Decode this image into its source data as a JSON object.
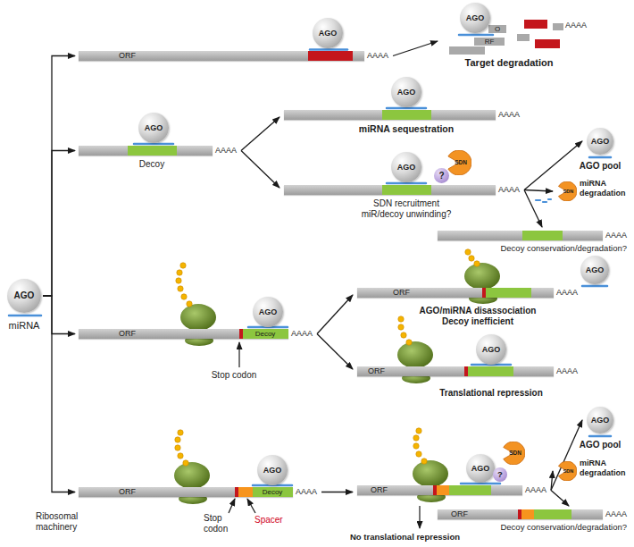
{
  "diagram": {
    "nodes": [
      {
        "text": [
          "AGO",
          "miRNA"
        ]
      },
      {
        "text": [
          "ORF",
          "AAAA"
        ]
      },
      {
        "text": [
          "AGO"
        ]
      },
      {
        "text": [
          "O",
          "RF",
          "AAAA",
          "Target degradation"
        ]
      },
      {
        "text": [
          "AGO"
        ]
      },
      {
        "text": [
          "AAAA",
          "Decoy"
        ]
      },
      {
        "text": [
          "AGO"
        ]
      },
      {
        "text": [
          "AAAA",
          "miRNA sequestration"
        ]
      },
      {
        "text": [
          "AGO"
        ]
      },
      {
        "text": [
          "AAAA",
          "SDN recruitment miR/decoy unwinding?"
        ]
      },
      {
        "text": [
          "AGO"
        ]
      },
      {
        "text": [
          "?"
        ]
      },
      {
        "text": [
          "SDN"
        ]
      },
      {
        "text": [
          "AGO",
          "AGO pool"
        ]
      },
      {
        "text": [
          "SDN",
          "miRNA degradation"
        ]
      },
      {
        "text": [
          "AAAA",
          "Decoy conservation/degradation?"
        ]
      },
      {
        "text": [
          "ORF",
          "Decoy",
          "AAAA"
        ]
      },
      {
        "text": [
          "AGO"
        ]
      },
      {
        "text": [
          "ORF",
          "AAAA",
          "AGO/miRNA disassociation Decoy inefficient"
        ]
      },
      {
        "text": [
          "AGO"
        ]
      },
      {
        "text": [
          "ORF",
          "AAAA",
          "Translational repression"
        ]
      },
      {
        "text": [
          "AGO"
        ]
      },
      {
        "text": [
          "ORF",
          "Decoy",
          "AAAA"
        ]
      },
      {
        "text": [
          "AGO"
        ]
      },
      {
        "text": [
          "ORF",
          "AAAA"
        ]
      },
      {
        "text": [
          "AGO"
        ]
      },
      {
        "text": [
          "?"
        ]
      },
      {
        "text": [
          "SDN"
        ]
      },
      {
        "text": [
          "AGO",
          "AGO pool"
        ]
      },
      {
        "text": [
          "SDN",
          "miRNA degradation"
        ]
      },
      {
        "text": [
          "ORF",
          "AAAA",
          "Decoy conservation/degradation?"
        ]
      }
    ],
    "edges": [
      {
        "from": 0,
        "to": 1,
        "arrow": "to"
      },
      {
        "from": 0,
        "to": 5,
        "arrow": "to"
      },
      {
        "from": 0,
        "to": 16,
        "arrow": "to"
      },
      {
        "from": 0,
        "to": 22,
        "arrow": "to"
      },
      {
        "from": 1,
        "to": 3,
        "arrow": "to"
      },
      {
        "from": 5,
        "to": 7,
        "arrow": "to"
      },
      {
        "from": 5,
        "to": 9,
        "arrow": "to"
      },
      {
        "from": 9,
        "to": 13,
        "arrow": "to"
      },
      {
        "from": 9,
        "to": 14,
        "arrow": "to"
      },
      {
        "from": 9,
        "to": 15,
        "arrow": "to"
      },
      {
        "from": 16,
        "to": 18,
        "arrow": "to"
      },
      {
        "from": 16,
        "to": 20,
        "arrow": "to"
      },
      {
        "from": 22,
        "to": 24,
        "arrow": "to"
      },
      {
        "from": 24,
        "to": 28,
        "arrow": "to"
      },
      {
        "from": 24,
        "to": 29,
        "arrow": "to"
      },
      {
        "from": 24,
        "to": 30,
        "arrow": "to"
      }
    ],
    "labels": [
      "Stop codon",
      "Ribosomal machinery",
      "Stop codon",
      "Spacer",
      "No translational repression"
    ]
  }
}
